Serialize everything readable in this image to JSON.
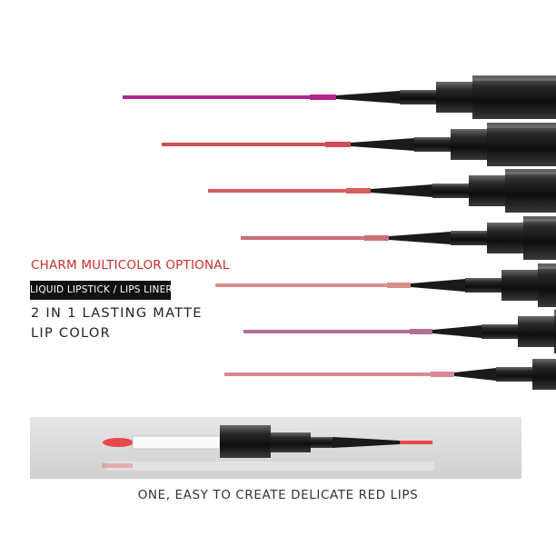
{
  "headline": "CHARM MULTICOLOR OPTIONAL",
  "badge": "LIQUID LIPSTICK / LIPS LINER",
  "tagline_line1": "2 IN 1 LASTING MATTE",
  "tagline_line2": "LIP COLOR",
  "caption": "ONE, EASY TO CREATE DELICATE RED LIPS",
  "colors": {
    "headline": "#c8302a",
    "badge_bg": "#111111",
    "liner_shades": [
      "#b3268f",
      "#d44a54",
      "#d65f5b",
      "#cc6e76",
      "#d78e8c",
      "#b16f94",
      "#d88a93"
    ],
    "gloss": "#e8474c",
    "demo_panel": "#dcdcdc"
  },
  "icons": {
    "pencils": "lip-liner-pencil",
    "demo": "lipstick-applicator"
  }
}
